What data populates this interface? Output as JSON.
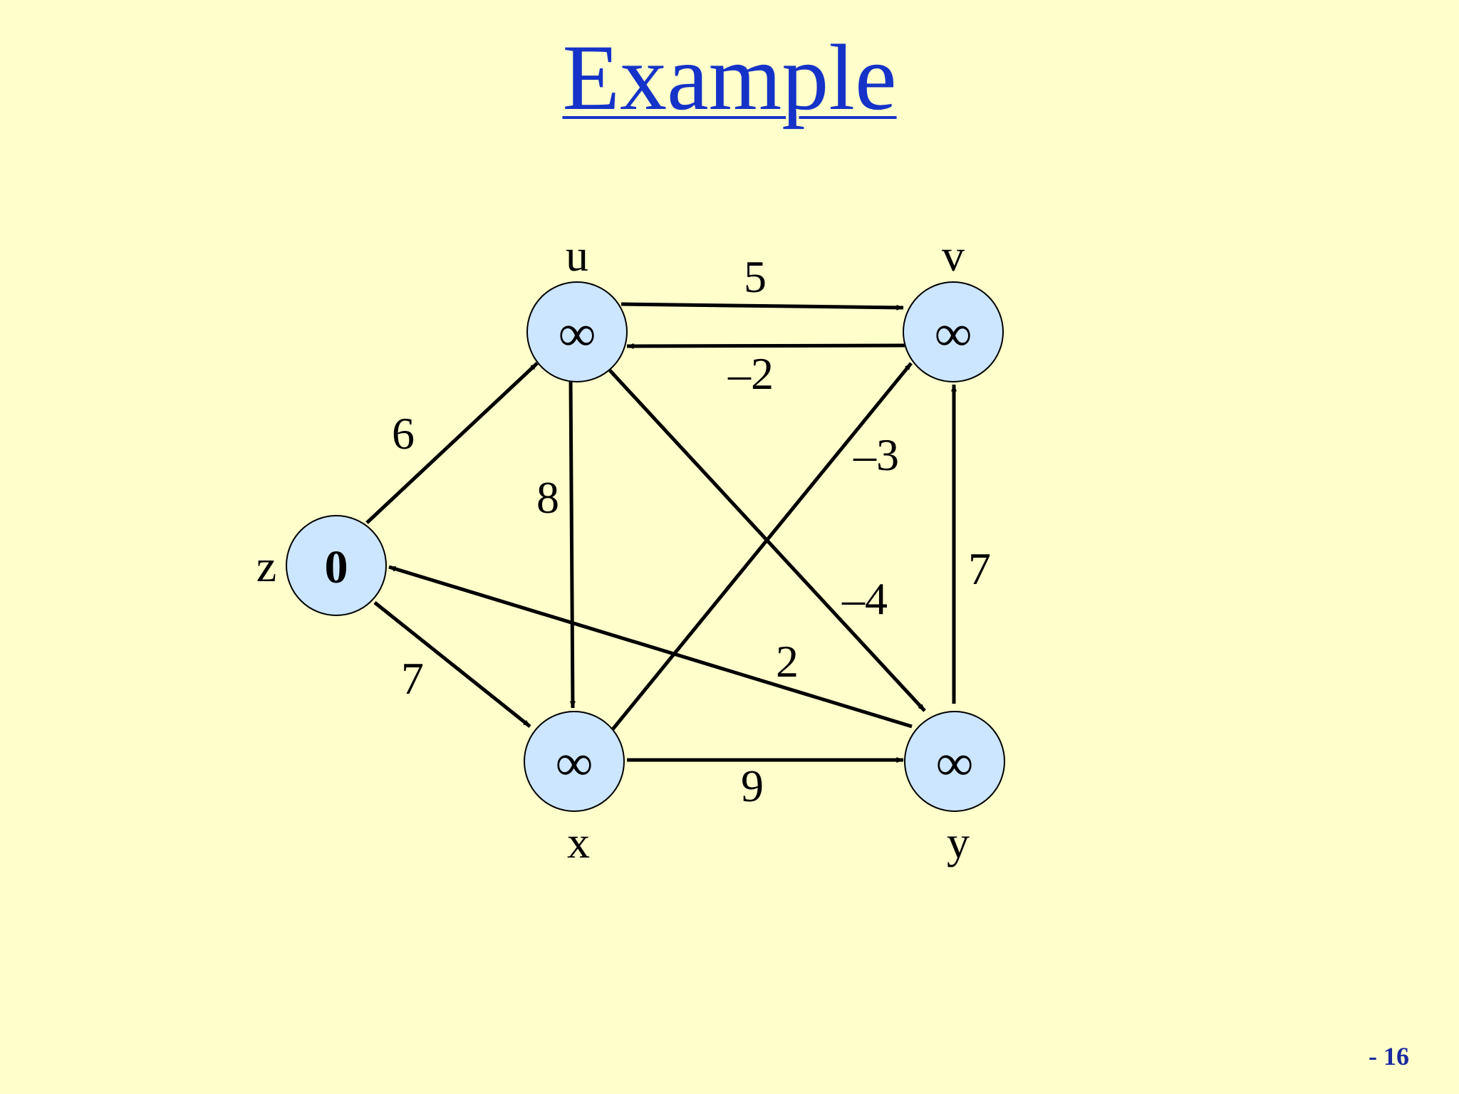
{
  "slide": {
    "title": "Example",
    "page_number": "-  16",
    "colors": {
      "background": "#ffffcc",
      "title": "#1533c8",
      "node_fill": "#cce6ff",
      "node_stroke": "#000000",
      "edge": "#000000",
      "page_number": "#1a2a9e"
    }
  },
  "graph": {
    "nodes": [
      {
        "id": "u",
        "label": "u",
        "value": "∞"
      },
      {
        "id": "v",
        "label": "v",
        "value": "∞"
      },
      {
        "id": "z",
        "label": "z",
        "value": "0"
      },
      {
        "id": "x",
        "label": "x",
        "value": "∞"
      },
      {
        "id": "y",
        "label": "y",
        "value": "∞"
      }
    ],
    "edges": [
      {
        "from": "u",
        "to": "v",
        "weight": "5"
      },
      {
        "from": "v",
        "to": "u",
        "weight": "–2"
      },
      {
        "from": "z",
        "to": "u",
        "weight": "6"
      },
      {
        "from": "u",
        "to": "x",
        "weight": "8"
      },
      {
        "from": "u",
        "to": "y",
        "weight": "–4"
      },
      {
        "from": "x",
        "to": "v",
        "weight": "–3"
      },
      {
        "from": "y",
        "to": "v",
        "weight": "7"
      },
      {
        "from": "z",
        "to": "x",
        "weight": "7"
      },
      {
        "from": "y",
        "to": "z",
        "weight": "2"
      },
      {
        "from": "x",
        "to": "y",
        "weight": "9"
      }
    ]
  }
}
